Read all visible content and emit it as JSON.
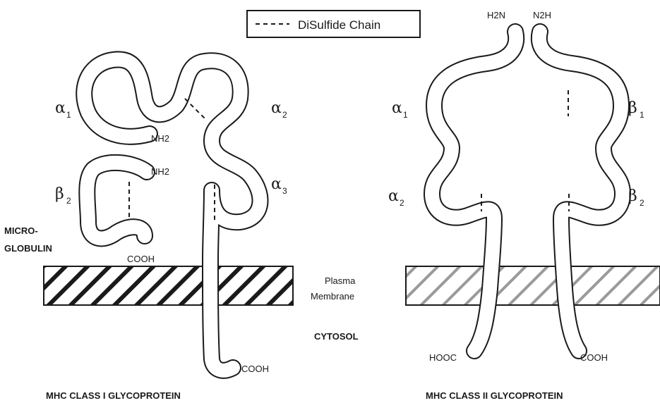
{
  "legend": {
    "label": "DiSulfide Chain"
  },
  "class_i": {
    "title": "MHC CLASS I GLYCOPROTEIN",
    "alpha1": {
      "letter": "α",
      "sub": "1"
    },
    "alpha2": {
      "letter": "α",
      "sub": "2"
    },
    "alpha3": {
      "letter": "α",
      "sub": "3"
    },
    "beta2": {
      "letter": "β",
      "sub": "2"
    },
    "nh2_heavy": "NH2",
    "nh2_micro": "NH2",
    "cooh_micro": "COOH",
    "cooh_tail": "COOH",
    "micro_line1": "MICRO-",
    "micro_line2": "GLOBULIN"
  },
  "class_ii": {
    "title": "MHC CLASS II GLYCOPROTEIN",
    "alpha1": {
      "letter": "α",
      "sub": "1"
    },
    "alpha2": {
      "letter": "α",
      "sub": "2"
    },
    "beta1": {
      "letter": "β",
      "sub": "1"
    },
    "beta2": {
      "letter": "β",
      "sub": "2"
    },
    "h2n_left": "H2N",
    "n2h_right": "N2H",
    "hooc_tail": "HOOC",
    "cooh_tail": "COOH"
  },
  "membrane": {
    "line1": "Plasma",
    "line2": "Membrane"
  },
  "cytosol": "CYTOSOL"
}
